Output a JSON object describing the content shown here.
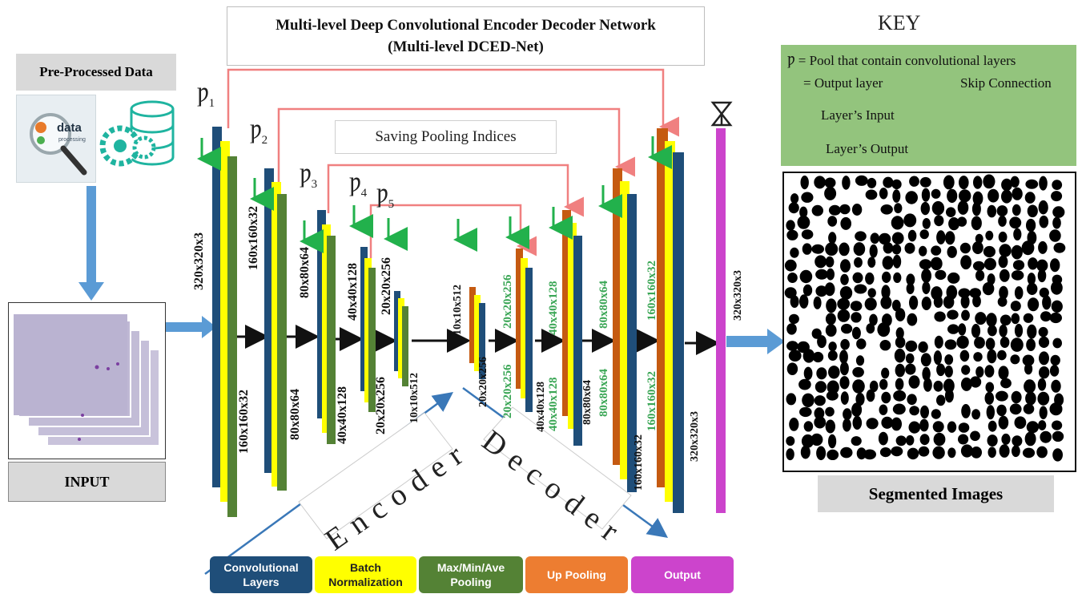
{
  "title": {
    "line1": "Multi-level Deep Convolutional Encoder Decoder Network",
    "line2": "(Multi-level DCED-Net)"
  },
  "saving_pooling_indices": "Saving Pooling Indices",
  "pre_processed_label": "Pre-Processed Data",
  "data_icon_text": {
    "word": "data",
    "sub": "processing"
  },
  "input_label": "INPUT",
  "segmented_label": "Segmented Images",
  "key": {
    "title": "KEY",
    "pool_line": "Ƿ = Pool that contain convolutional layers",
    "output_line": "= Output layer",
    "skip_line": "Skip Connection",
    "input_line": "Layer’s Input",
    "output_arrow_line": "Layer’s Output"
  },
  "pools": [
    {
      "symbol": "Ƿ",
      "sub": "1"
    },
    {
      "symbol": "Ƿ",
      "sub": "2"
    },
    {
      "symbol": "Ƿ",
      "sub": "3"
    },
    {
      "symbol": "Ƿ",
      "sub": "4"
    },
    {
      "symbol": "Ƿ",
      "sub": "5"
    }
  ],
  "output_symbol": "Ѫ",
  "encoder_labels": {
    "top": [
      "320x320x3",
      "160x160x32",
      "80x80x64",
      "40x40x128",
      "20x20x256",
      "10x10x512"
    ],
    "bottom": [
      "160x160x32",
      "80x80x64",
      "40x40x128",
      "20x20x256",
      "10x10x512"
    ]
  },
  "decoder_labels": {
    "top_green": [
      "20x20x256",
      "40x40x128",
      "80x80x64",
      "160x160x32"
    ],
    "bottom_green": [
      "20x20x256",
      "40x40x128",
      "80x80x64",
      "160x160x32"
    ],
    "bottom_black": [
      "20x20x256",
      "40x40x128",
      "80x80x64",
      "160x160x32",
      "320x320x3"
    ],
    "output_dim": "320x320x3"
  },
  "encoder_word": "Encoder",
  "decoder_word": "Decoder",
  "legend": [
    {
      "label": "Convolutional Layers",
      "color": "#1f4e79"
    },
    {
      "label": "Batch Normalization",
      "color": "#ffff00"
    },
    {
      "label": "Max/Min/Ave Pooling",
      "color": "#548235"
    },
    {
      "label": "Up Pooling",
      "color": "#ed7d31"
    },
    {
      "label": "Output",
      "color": "#cc44cc"
    }
  ],
  "colors": {
    "conv": "#1f4e79",
    "bn": "#ffff00",
    "pool": "#548235",
    "up": "#c55a11",
    "output": "#cc44cc",
    "skip": "#f08080",
    "arrow_green": "#22b14c",
    "flow_blue": "#5b9bd5",
    "key_bg": "#93c47d"
  }
}
